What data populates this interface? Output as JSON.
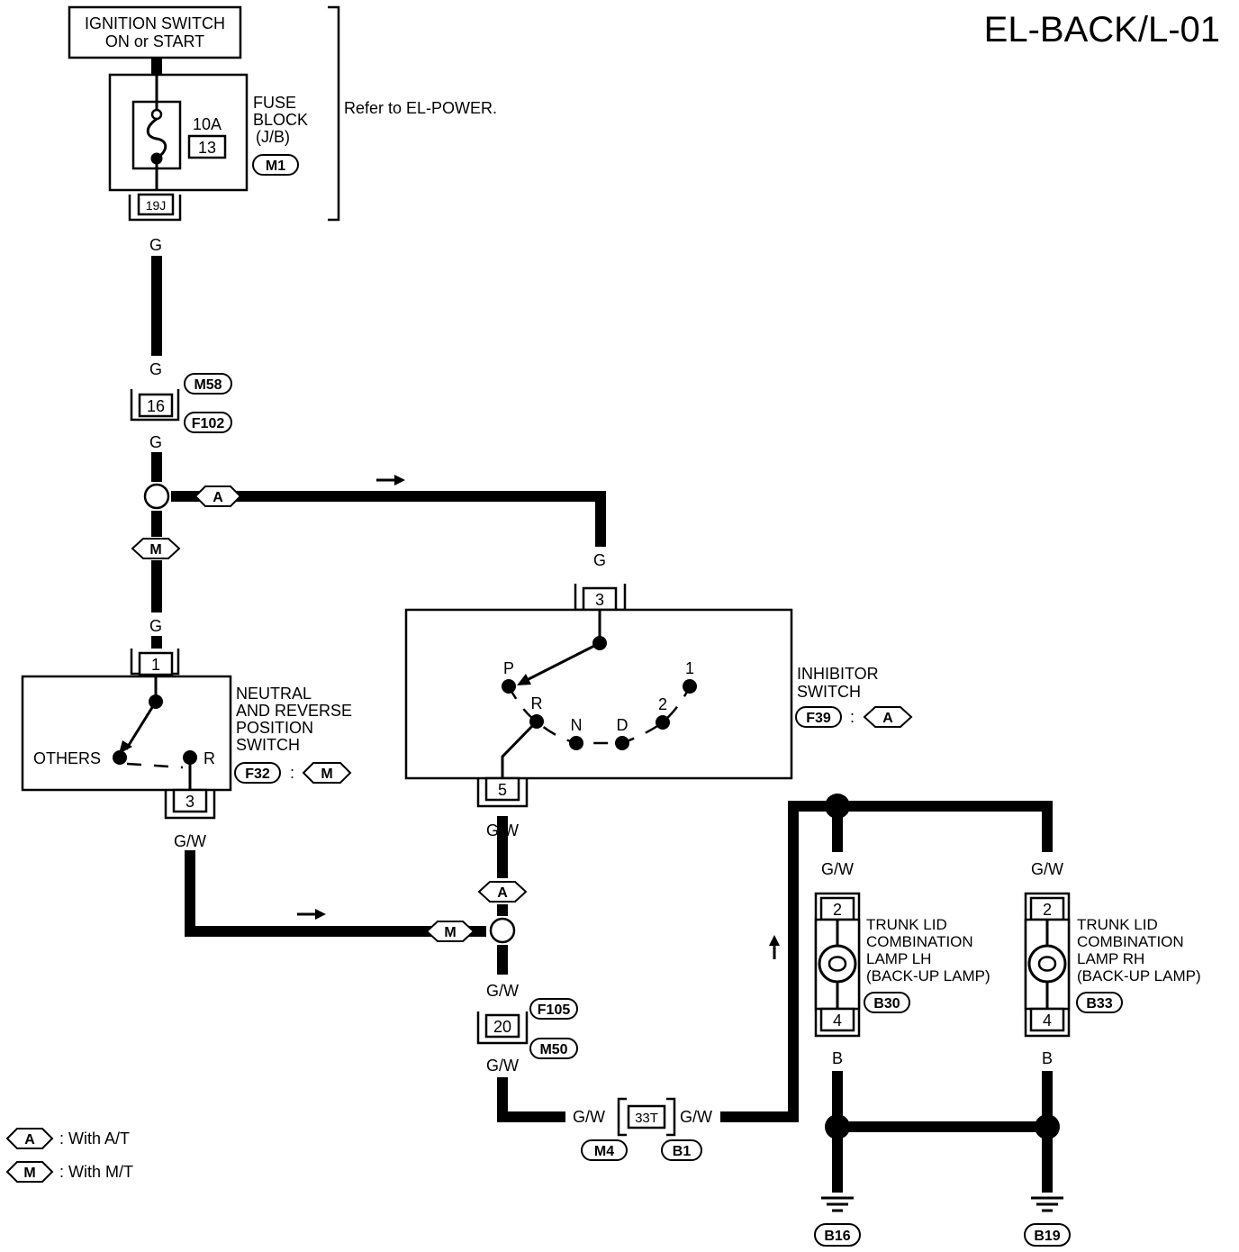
{
  "page_title": "EL-BACK/L-01",
  "ignition_switch": {
    "line1": "IGNITION SWITCH",
    "line2": "ON or START"
  },
  "fuse_block": {
    "rating": "10A",
    "fuse_number": "13",
    "label_lines": [
      "FUSE",
      "BLOCK",
      "(J/B)"
    ],
    "connector_id": "M1",
    "terminal": "19J"
  },
  "refer_note": "Refer to EL-POWER.",
  "joint_connector": {
    "terminal": "16",
    "ids": [
      "M58",
      "F102"
    ]
  },
  "wire_colors": {
    "g": "G",
    "gw": "G/W",
    "b": "B"
  },
  "options": {
    "at": "A",
    "mt": "M"
  },
  "nrps": {
    "label_lines": [
      "NEUTRAL",
      "AND REVERSE",
      "POSITION",
      "SWITCH"
    ],
    "connector_id": "F32",
    "colon": ":",
    "terminal_in": "1",
    "terminal_out": "3",
    "pos_others": "OTHERS",
    "pos_r": "R"
  },
  "inhibitor": {
    "label_lines": [
      "INHIBITOR",
      "SWITCH"
    ],
    "connector_id": "F39",
    "colon": ":",
    "terminal_in": "3",
    "terminal_out": "5",
    "positions": [
      "P",
      "R",
      "N",
      "D",
      "2",
      "1"
    ]
  },
  "connector_20": {
    "terminal": "20",
    "ids": [
      "F105",
      "M50"
    ]
  },
  "connector_33t": {
    "terminal": "33T",
    "ids": [
      "M4",
      "B1"
    ]
  },
  "lamp_lh": {
    "label_lines": [
      "TRUNK LID",
      "COMBINATION",
      "LAMP LH",
      "(BACK-UP LAMP)"
    ],
    "connector_id": "B30",
    "pin_top": "2",
    "pin_bottom": "4"
  },
  "lamp_rh": {
    "label_lines": [
      "TRUNK LID",
      "COMBINATION",
      "LAMP RH",
      "(BACK-UP LAMP)"
    ],
    "connector_id": "B33",
    "pin_top": "2",
    "pin_bottom": "4"
  },
  "grounds": [
    "B16",
    "B19"
  ],
  "legend": [
    {
      "symbol": "A",
      "text": ": With A/T"
    },
    {
      "symbol": "M",
      "text": ": With M/T"
    }
  ]
}
